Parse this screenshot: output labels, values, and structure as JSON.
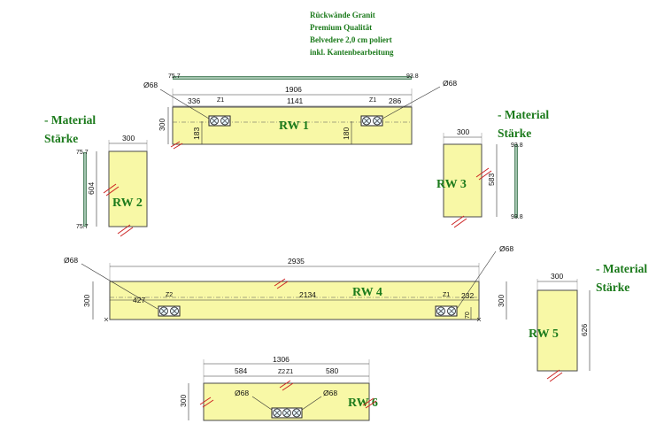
{
  "header": {
    "line1": "Rückwände Granit",
    "line2": "Premium Qualität",
    "line3": "Belvedere 2,0 cm poliert",
    "line4": "inkl. Kantenbearbeitung"
  },
  "material_label": {
    "line1": "- Material",
    "line2": "Stärke"
  },
  "panels": {
    "rw1": {
      "label": "RW 1",
      "width": "1906",
      "height": "300",
      "left_offset": "336",
      "middle": "1141",
      "right_offset": "286",
      "left_socket_height": "183",
      "right_socket_height": "180",
      "left_hole": "Ø68",
      "right_hole": "Ø68",
      "left_socket_tag": "Z1",
      "right_socket_tag": "Z1",
      "edge_left": "75.7",
      "edge_right": "93.8"
    },
    "rw2": {
      "label": "RW 2",
      "width": "300",
      "height": "604",
      "edge_top": "75.7",
      "edge_bottom": "75.7"
    },
    "rw3": {
      "label": "RW 3",
      "width": "300",
      "height": "583",
      "edge_top": "93.8",
      "edge_bottom": "93.8"
    },
    "rw4": {
      "label": "RW 4",
      "width": "2935",
      "height": "300",
      "left_offset": "427",
      "middle": "2134",
      "right_offset": "232",
      "socket_height": "70",
      "left_hole": "Ø68",
      "right_hole": "Ø68",
      "left_socket_tag": "Z2",
      "right_socket_tag": "Z1"
    },
    "rw5": {
      "label": "RW 5",
      "width": "300",
      "height": "626"
    },
    "rw6": {
      "label": "RW 6",
      "width": "1306",
      "height": "300",
      "left_offset": "584",
      "right_offset": "580",
      "tag_a": "Z2",
      "tag_b": "Z1",
      "left_hole": "Ø68",
      "right_hole": "Ø68"
    }
  }
}
